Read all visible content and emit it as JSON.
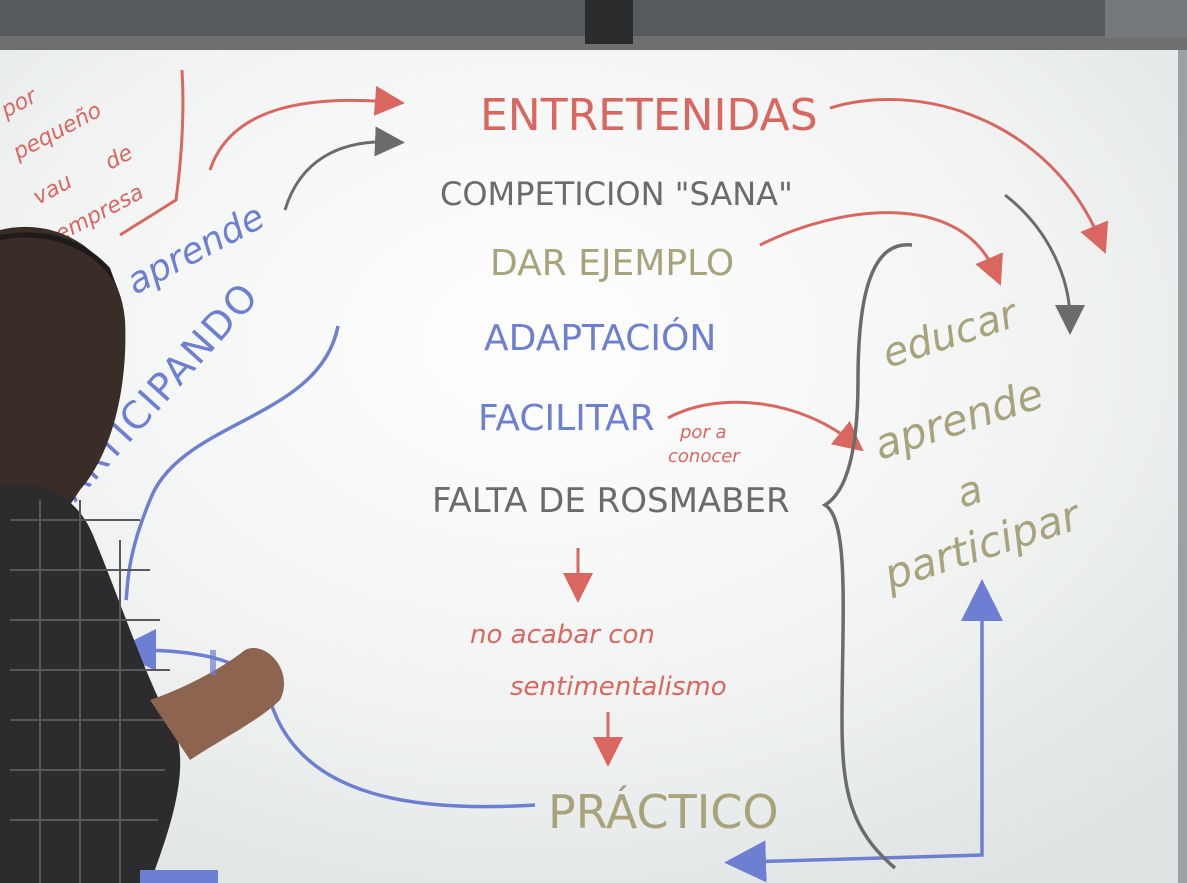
{
  "whiteboard": {
    "top_left_note": [
      "por",
      "pequeño",
      "vau",
      "de",
      "empresa"
    ],
    "aprende_left": "aprende",
    "participando": "PARTICIPANDO",
    "list": [
      {
        "text": "ENTRETENIDAS",
        "color": "#d9675f"
      },
      {
        "text": "COMPETICION \"SANA\"",
        "color": "#6b6b6b"
      },
      {
        "text": "DAR EJEMPLO",
        "color": "#a8a37a"
      },
      {
        "text": "ADAPTACIÓN",
        "color": "#6c7fd0"
      },
      {
        "text": "FACILITAR",
        "color": "#6c7fd0"
      },
      {
        "text": "FALTA DE ROSMABER",
        "color": "#6b6b6b"
      }
    ],
    "side_note": [
      "por a",
      "conocer"
    ],
    "outcome_1": "no acabar con",
    "outcome_2": "sentimentalismo",
    "practico": "PRÁCTICO",
    "right_words": [
      "educar",
      "aprende",
      "a",
      "participar"
    ],
    "colors": {
      "red": "#d9675f",
      "blue": "#6c7fd0",
      "gray": "#6b6b6b",
      "olive": "#a8a37a",
      "board": "#f3f5f5"
    }
  }
}
